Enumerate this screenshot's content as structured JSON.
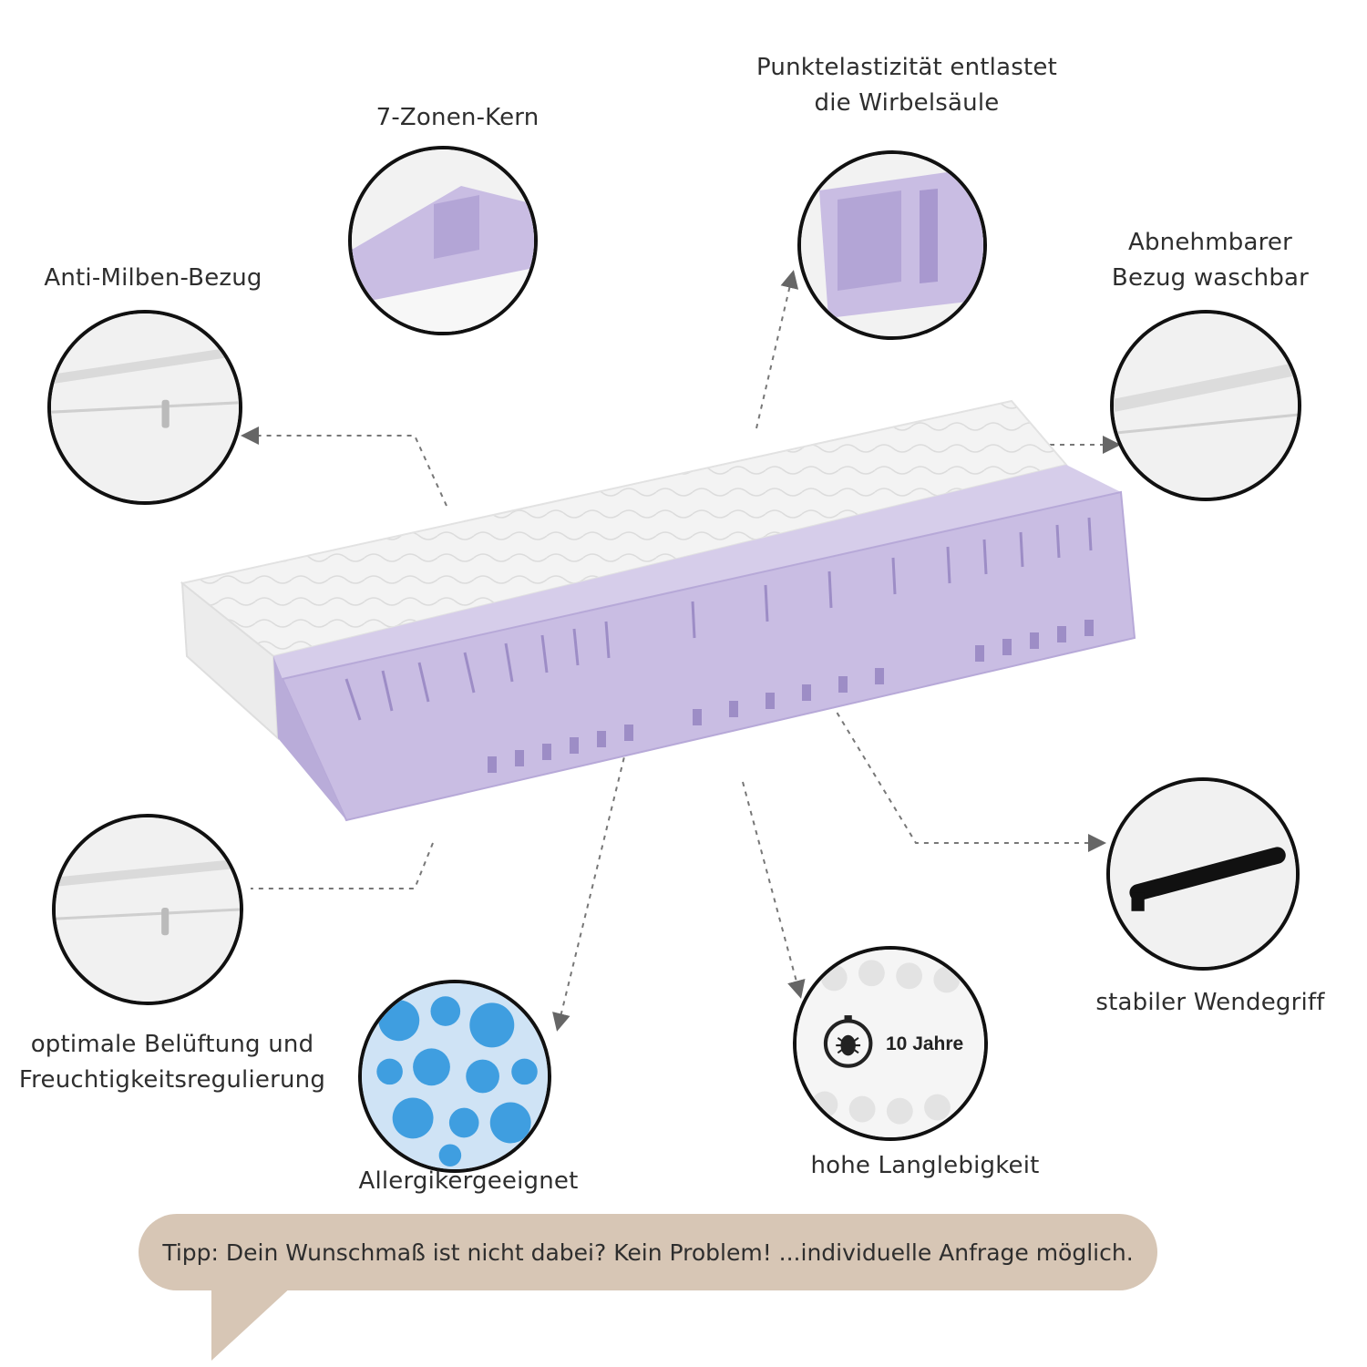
{
  "labels": {
    "zones": "7-Zonen-Kern",
    "point_line1": "Punktelastizität entlastet",
    "point_line2": "die Wirbelsäule",
    "antimite": "Anti-Milben-Bezug",
    "removable_line1": "Abnehmbarer",
    "removable_line2": "Bezug waschbar",
    "ventilation_line1": "optimale Belüftung und",
    "ventilation_line2": "Freuchtigkeitsregulierung",
    "allergy": "Allergikergeeignet",
    "durability": "hohe Langlebigkeit",
    "handle": "stabiler Wendegriff"
  },
  "badge": {
    "years": "10 Jahre"
  },
  "tip": {
    "text": "Tipp: Dein Wunschmaß ist nicht dabei? Kein Problem! ...individuelle Anfrage möglich."
  },
  "colors": {
    "foam": "#c9bde3",
    "foam_dark": "#a898cf",
    "cover": "#f1f1f1",
    "bubble_bg": "#cfe3f5",
    "bubble": "#3f9ee0",
    "tip_bg": "#d7c6b5",
    "outline": "#111111"
  }
}
